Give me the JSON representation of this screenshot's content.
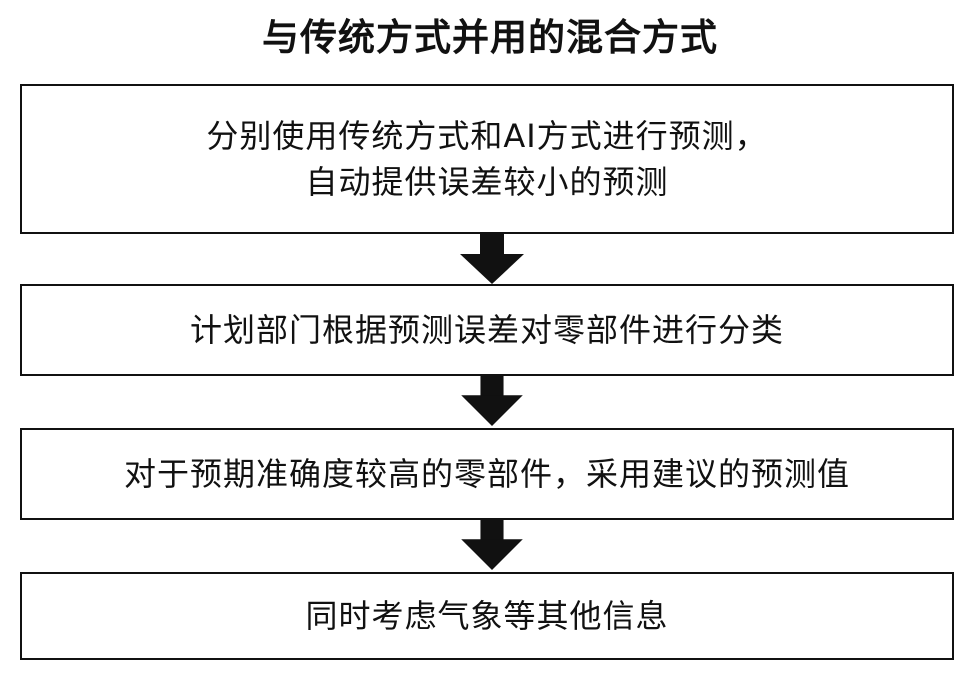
{
  "title": "与传统方式并用的混合方式",
  "steps": [
    {
      "lines": [
        "分别使用传统方式和AI方式进行预测，",
        "自动提供误差较小的预测"
      ]
    },
    {
      "lines": [
        "计划部门根据预测误差对零部件进行分类"
      ]
    },
    {
      "lines": [
        "对于预期准确度较高的零部件，采用建议的预测值"
      ]
    },
    {
      "lines": [
        "同时考虑气象等其他信息"
      ]
    }
  ],
  "colors": {
    "border": "#111111",
    "arrow": "#111111",
    "background": "#ffffff"
  },
  "icons": {
    "arrow": "down-arrow-icon"
  }
}
